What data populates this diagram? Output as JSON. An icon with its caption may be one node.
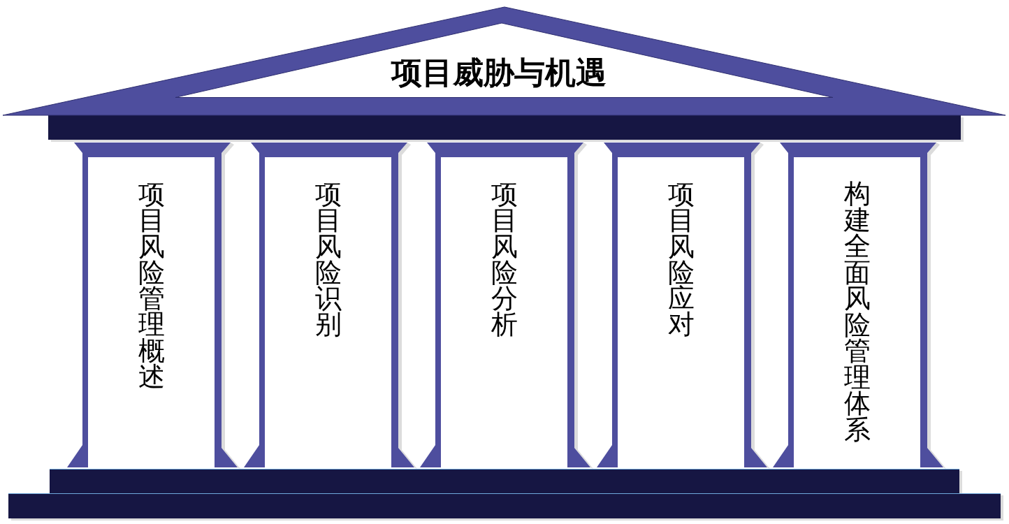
{
  "diagram": {
    "nodes": [
      {
        "text": [
          "项目威胁与机遇"
        ]
      },
      {
        "text": [
          "项目风险管理概述"
        ]
      },
      {
        "text": [
          "项目风险识别"
        ]
      },
      {
        "text": [
          "项目风险分析"
        ]
      },
      {
        "text": [
          "项目风险应对"
        ]
      },
      {
        "text": [
          "构建全面风险管理体系"
        ]
      }
    ]
  }
}
